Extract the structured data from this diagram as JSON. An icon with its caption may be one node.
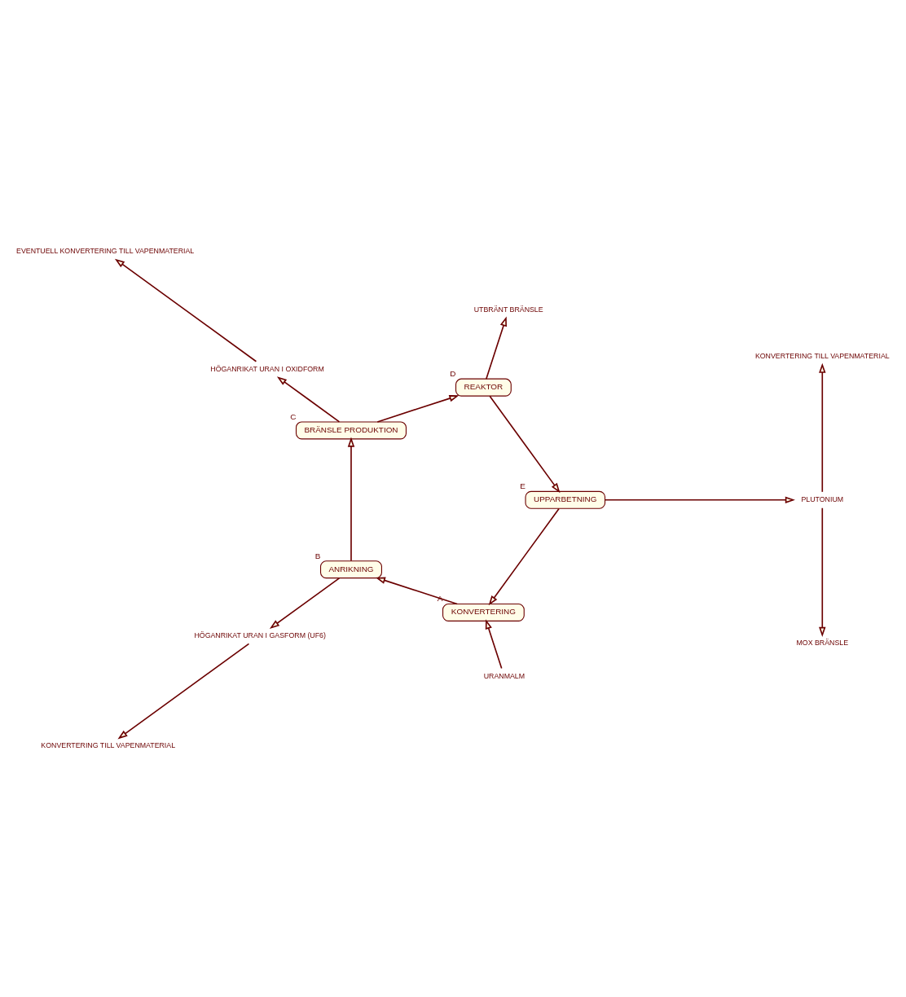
{
  "diagram": {
    "nodes": [
      {
        "text": [
          "KONVERTERING"
        ],
        "beside": [
          "A"
        ]
      },
      {
        "text": [
          "ANRIKNING"
        ],
        "beside": [
          "B"
        ]
      },
      {
        "text": [
          "BRÄNSLE PRODUKTION"
        ],
        "beside": [
          "C"
        ]
      },
      {
        "text": [
          "REAKTOR"
        ],
        "beside": [
          "D"
        ]
      },
      {
        "text": [
          "UPPARBETNING"
        ],
        "beside": [
          "E"
        ]
      },
      {
        "text": [
          "URANMALM"
        ]
      },
      {
        "text": [
          "HÖGANRIKAT URAN I GASFORM (UF6)"
        ]
      },
      {
        "text": [
          "KONVERTERING TILL VAPENMATERIAL"
        ]
      },
      {
        "text": [
          "HÖGANRIKAT URAN I OXIDFORM"
        ]
      },
      {
        "text": [
          "EVENTUELL KONVERTERING TILL VAPENMATERIAL"
        ]
      },
      {
        "text": [
          "UTBRÄNT BRÄNSLE"
        ]
      },
      {
        "text": [
          "PLUTONIUM"
        ]
      },
      {
        "text": [
          "MOX BRÄNSLE"
        ]
      },
      {
        "text": [
          "KONVERTERING TILL VAPENMATERIAL"
        ]
      }
    ],
    "edges": [
      {
        "from": 5,
        "to": 0,
        "arrow": "to"
      },
      {
        "from": 0,
        "to": 1,
        "arrow": "to"
      },
      {
        "from": 1,
        "to": 2,
        "arrow": "to"
      },
      {
        "from": 2,
        "to": 3,
        "arrow": "to"
      },
      {
        "from": 3,
        "to": 4,
        "arrow": "to"
      },
      {
        "from": 4,
        "to": 0,
        "arrow": "to"
      },
      {
        "from": 1,
        "to": 6,
        "arrow": "to"
      },
      {
        "from": 6,
        "to": 7,
        "arrow": "to"
      },
      {
        "from": 2,
        "to": 8,
        "arrow": "to"
      },
      {
        "from": 8,
        "to": 9,
        "arrow": "to"
      },
      {
        "from": 3,
        "to": 10,
        "arrow": "to"
      },
      {
        "from": 4,
        "to": 11,
        "arrow": "to"
      },
      {
        "from": 11,
        "to": 12,
        "arrow": "to"
      },
      {
        "from": 11,
        "to": 13,
        "arrow": "to"
      }
    ]
  }
}
